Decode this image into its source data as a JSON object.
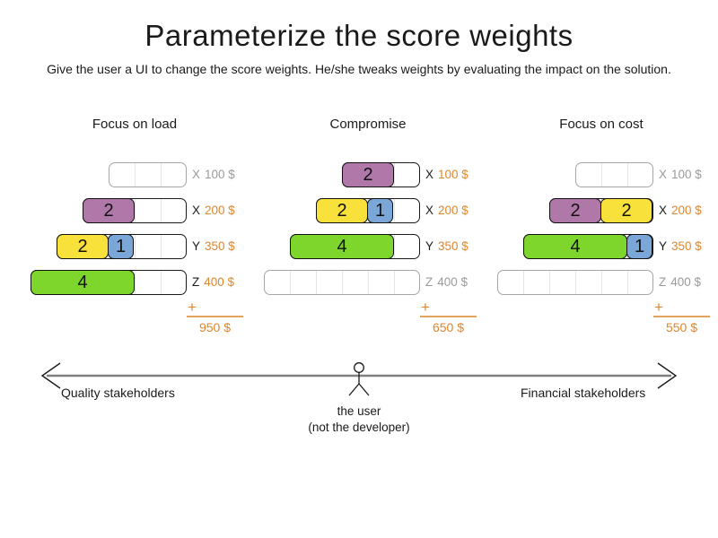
{
  "title": "Parameterize the score weights",
  "subtitle": "Give the user a UI to change the score weights. He/she tweaks weights by evaluating the impact on the solution.",
  "plus_sign": "+",
  "colors": {
    "purple": "#b078a8",
    "yellow": "#f8e13b",
    "blue": "#7aa6d8",
    "green": "#7ed62c",
    "orange": "#e0862c",
    "gray_label": "#9a9a9a"
  },
  "panels": [
    {
      "title": "Focus on load",
      "rows": [
        {
          "resource": "X",
          "price": "100 $",
          "capacity": 3,
          "active": false,
          "blocks": []
        },
        {
          "resource": "X",
          "price": "200 $",
          "capacity": 4,
          "active": true,
          "blocks": [
            {
              "value": 2,
              "color": "purple"
            }
          ]
        },
        {
          "resource": "Y",
          "price": "350 $",
          "capacity": 5,
          "active": true,
          "blocks": [
            {
              "value": 2,
              "color": "yellow"
            },
            {
              "value": 1,
              "color": "blue"
            }
          ]
        },
        {
          "resource": "Z",
          "price": "400 $",
          "capacity": 6,
          "active": true,
          "blocks": [
            {
              "value": 4,
              "color": "green"
            }
          ]
        }
      ],
      "total": "950 $"
    },
    {
      "title": "Compromise",
      "rows": [
        {
          "resource": "X",
          "price": "100 $",
          "capacity": 3,
          "active": true,
          "blocks": [
            {
              "value": 2,
              "color": "purple"
            }
          ]
        },
        {
          "resource": "X",
          "price": "200 $",
          "capacity": 4,
          "active": true,
          "blocks": [
            {
              "value": 2,
              "color": "yellow"
            },
            {
              "value": 1,
              "color": "blue"
            }
          ]
        },
        {
          "resource": "Y",
          "price": "350 $",
          "capacity": 5,
          "active": true,
          "blocks": [
            {
              "value": 4,
              "color": "green"
            }
          ]
        },
        {
          "resource": "Z",
          "price": "400 $",
          "capacity": 6,
          "active": false,
          "blocks": []
        }
      ],
      "total": "650 $"
    },
    {
      "title": "Focus on cost",
      "rows": [
        {
          "resource": "X",
          "price": "100 $",
          "capacity": 3,
          "active": false,
          "blocks": []
        },
        {
          "resource": "X",
          "price": "200 $",
          "capacity": 4,
          "active": true,
          "blocks": [
            {
              "value": 2,
              "color": "purple"
            },
            {
              "value": 2,
              "color": "yellow"
            }
          ]
        },
        {
          "resource": "Y",
          "price": "350 $",
          "capacity": 5,
          "active": true,
          "blocks": [
            {
              "value": 4,
              "color": "green"
            },
            {
              "value": 1,
              "color": "blue"
            }
          ]
        },
        {
          "resource": "Z",
          "price": "400 $",
          "capacity": 6,
          "active": false,
          "blocks": []
        }
      ],
      "total": "550 $"
    }
  ],
  "axis": {
    "left_label": "Quality stakeholders",
    "right_label": "Financial stakeholders",
    "center_caption_line1": "the user",
    "center_caption_line2": "(not the developer)"
  }
}
